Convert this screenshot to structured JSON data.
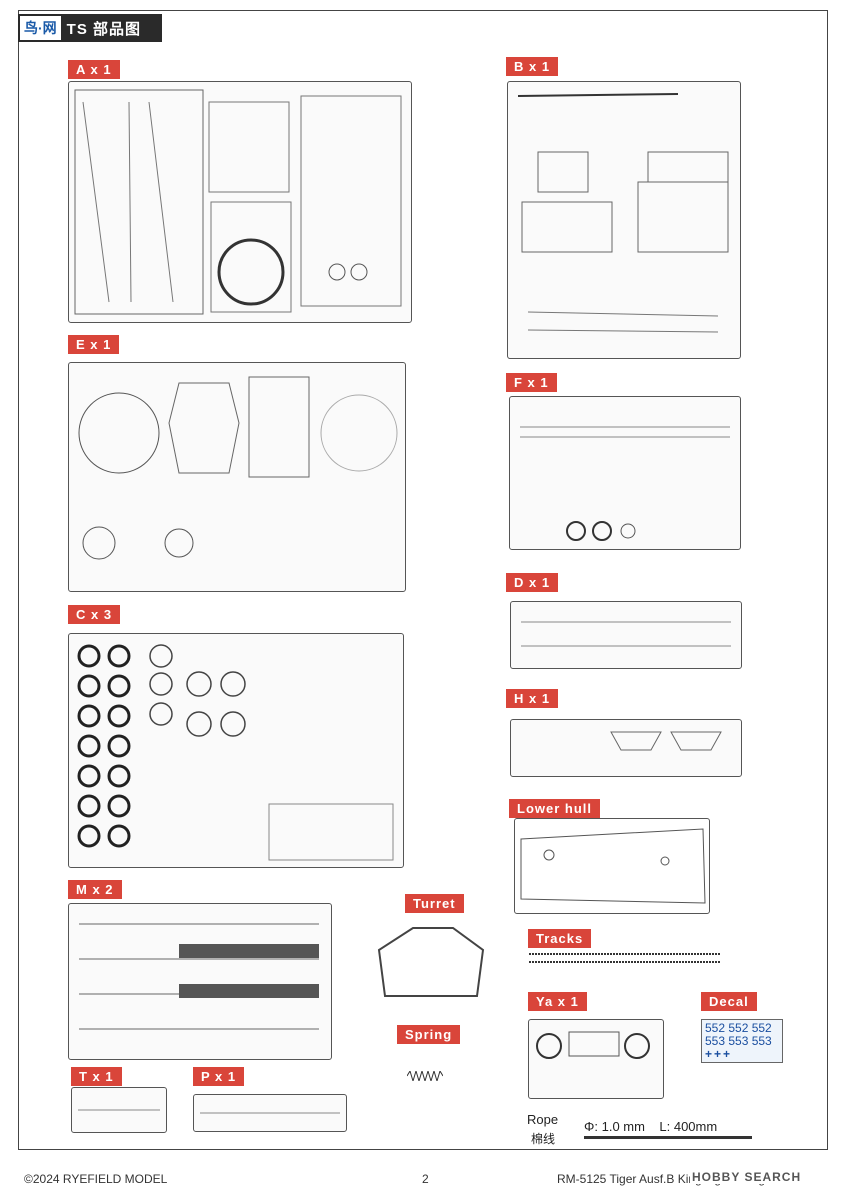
{
  "header": {
    "watermark": "鸟·网",
    "title": "TS 部品图"
  },
  "sprues": {
    "a": "A x 1",
    "b": "B x 1",
    "e": "E x 1",
    "f": "F x 1",
    "c": "C x 3",
    "d": "D x 1",
    "h": "H x 1",
    "m": "M x 2",
    "t": "T x 1",
    "p": "P x 1",
    "ya": "Ya x 1"
  },
  "parts": {
    "lower_hull": "Lower hull",
    "turret": "Turret",
    "tracks": "Tracks",
    "spring": "Spring",
    "decal": "Decal"
  },
  "decal_sheet": {
    "row1": "552 552 552",
    "row2": "553 553 553",
    "row3": "+++"
  },
  "rope": {
    "label": "Rope",
    "label_cn": "棉线",
    "spec": "Φ: 1.0 mm    L: 400mm"
  },
  "footer": {
    "copyright": "©2024 RYEFIELD MODEL",
    "page": "2",
    "product": "RM-5125 Tiger Ausf.B King Tiger Meng 1945",
    "brand": "HOBBY SEARCH"
  }
}
